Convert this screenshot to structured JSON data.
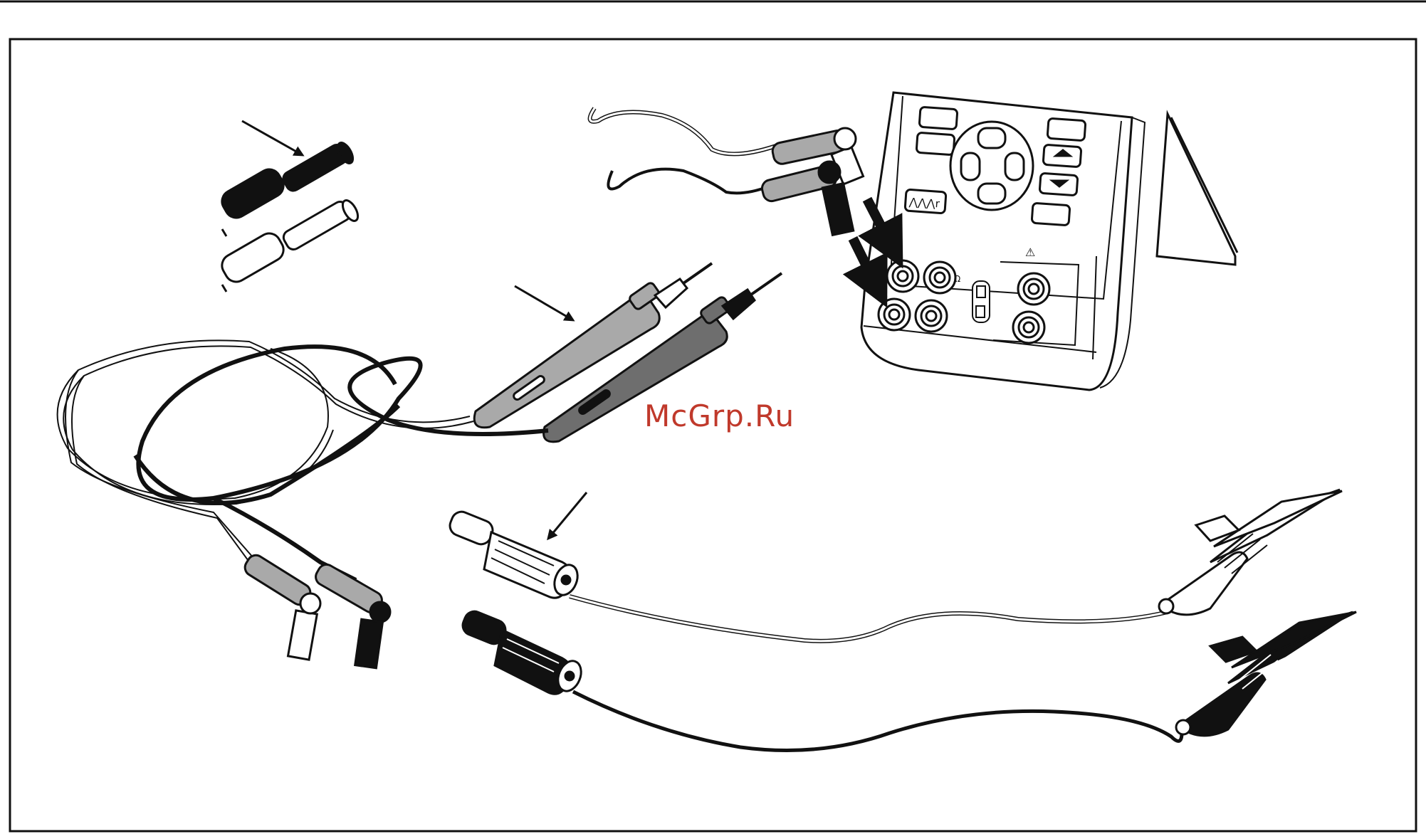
{
  "figure": {
    "watermark": "McGrp.Ru",
    "meter_terminal_symbol": "Ω",
    "meter_warning_symbol": "⚠",
    "key_legend": "⋀⋀⋀r",
    "colors": {
      "outline": "#111111",
      "probe_gray": "#a9a9a9",
      "dark_gray": "#6e6e6e",
      "black_lead": "#111111",
      "white_lead": "#ffffff",
      "watermark": "#c0392b"
    },
    "icons": [
      "arrow-icon",
      "test-probe-icon",
      "banana-plug-icon",
      "alligator-clip-icon",
      "multimeter-icon"
    ]
  }
}
